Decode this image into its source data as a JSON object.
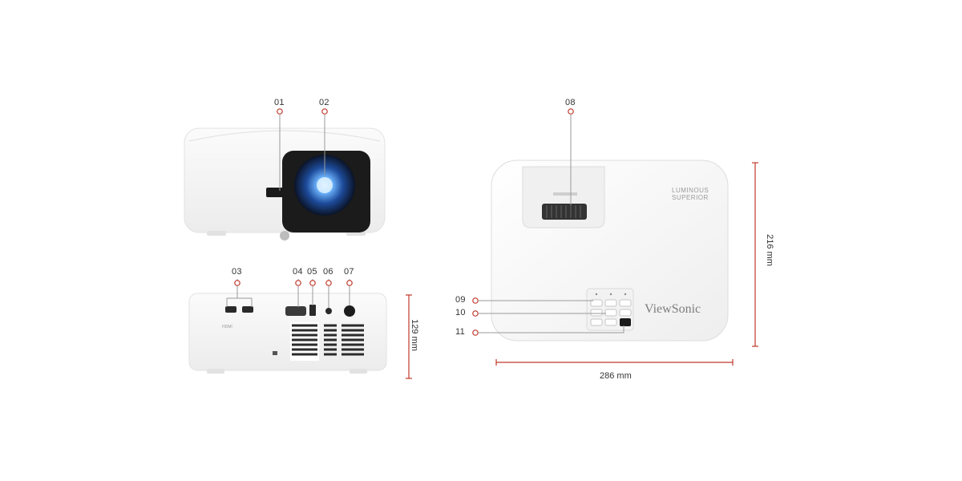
{
  "callouts": {
    "c01": "01",
    "c02": "02",
    "c03": "03",
    "c04": "04",
    "c05": "05",
    "c06": "06",
    "c07": "07",
    "c08": "08",
    "c09": "09",
    "c10": "10",
    "c11": "11"
  },
  "dimensions": {
    "height": "129 mm",
    "depth": "216 mm",
    "width": "286 mm"
  },
  "device_text": {
    "brand": "ViewSonic",
    "badge_line1": "LUMINOUS",
    "badge_line2": "SUPERIOR",
    "hdmi_label": "HDMI"
  },
  "colors": {
    "callout_red": "#c0392b",
    "body_white": "#f6f6f6",
    "outline": "#d6d6d6"
  }
}
